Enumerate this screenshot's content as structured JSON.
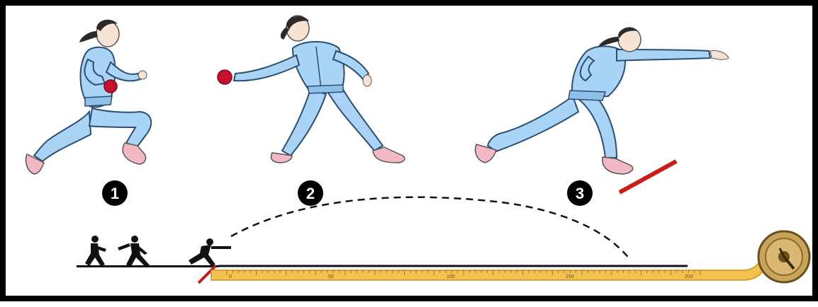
{
  "steps": [
    {
      "number": "1",
      "pose": "run-up"
    },
    {
      "number": "2",
      "pose": "arm-swing-back"
    },
    {
      "number": "3",
      "pose": "throw-release"
    }
  ],
  "tape": {
    "ticks": [
      "0",
      "50",
      "100",
      "150",
      "200"
    ]
  },
  "colors": {
    "suit": "#a9d4f5",
    "suit_stroke": "#2b4e73",
    "skin": "#f6e3d3",
    "hair": "#2a2a2a",
    "ball": "#c8102e",
    "shoe": "#f2b8c4",
    "foul_line": "#cc1b1b",
    "tape": "#f2c14e",
    "tape_edge": "#c8941d",
    "reel": "#c9a55c",
    "reel_dark": "#6b4f1d",
    "silhouette": "#111111"
  },
  "icons": [
    "ball-icon",
    "tape-reel-icon",
    "foul-line-icon"
  ]
}
